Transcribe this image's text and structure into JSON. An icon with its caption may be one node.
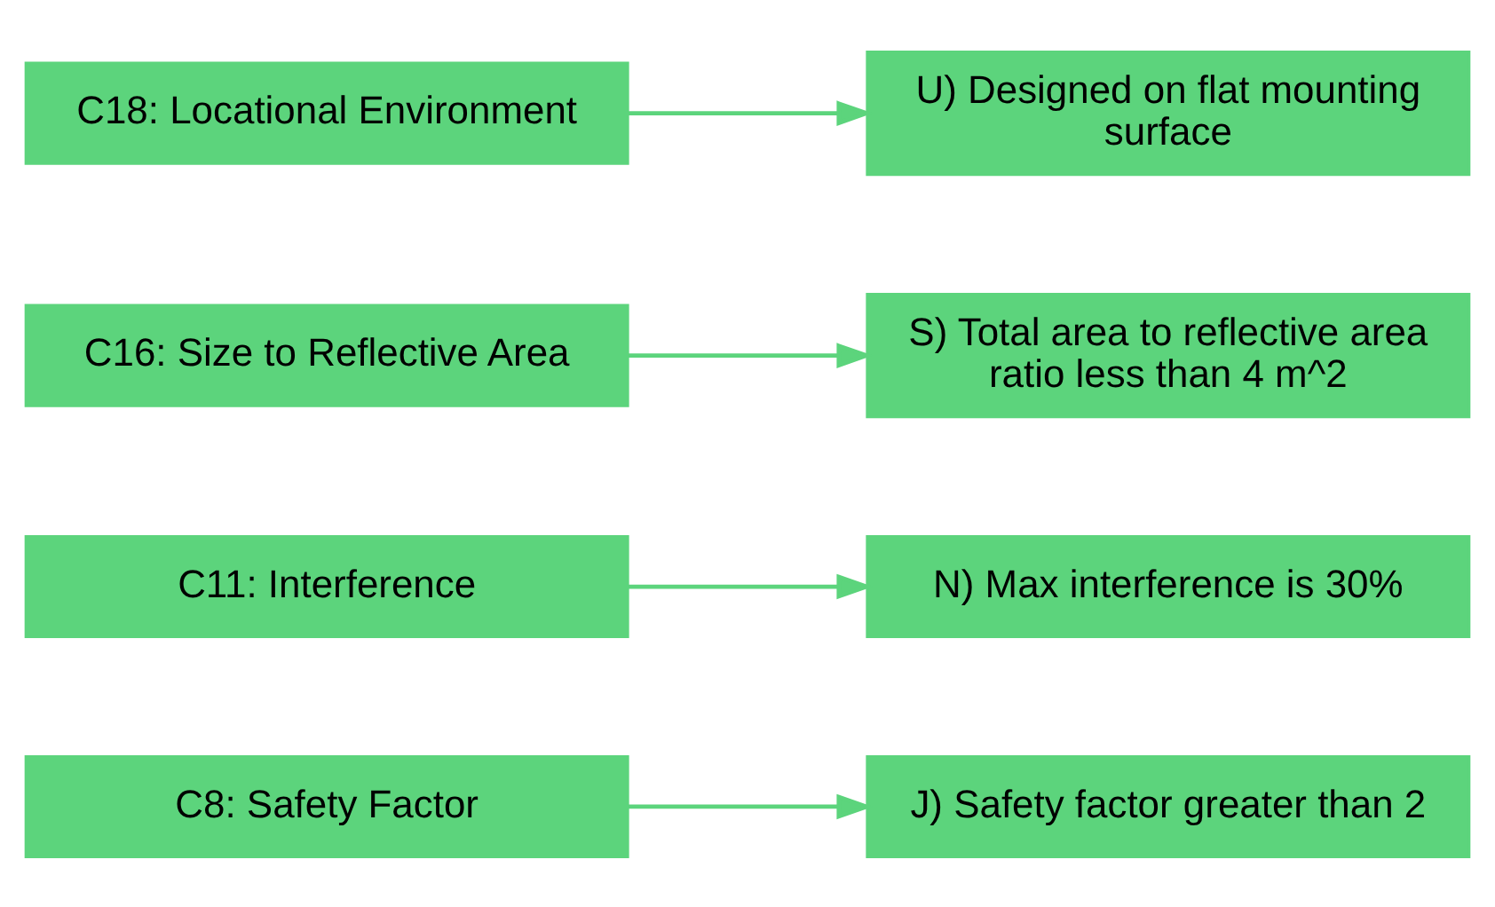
{
  "diagram": {
    "nodes": [
      {
        "text": [
          "C8: Safety Factor"
        ]
      },
      {
        "text": [
          "J) Safety factor greater than 2"
        ]
      },
      {
        "text": [
          "C11: Interference"
        ]
      },
      {
        "text": [
          "N) Max interference is 30%"
        ]
      },
      {
        "text": [
          "C16: Size to Reflective Area"
        ]
      },
      {
        "text": [
          "S) Total area to reflective area ratio less than 4 m^2"
        ]
      },
      {
        "text": [
          "C18: Locational Environment"
        ]
      },
      {
        "text": [
          "U) Designed on flat mounting surface"
        ]
      }
    ],
    "edges": [
      {
        "from": 0,
        "to": 1,
        "arrow": "to"
      },
      {
        "from": 2,
        "to": 3,
        "arrow": "to"
      },
      {
        "from": 4,
        "to": 5,
        "arrow": "to"
      },
      {
        "from": 6,
        "to": 7,
        "arrow": "to"
      }
    ]
  }
}
